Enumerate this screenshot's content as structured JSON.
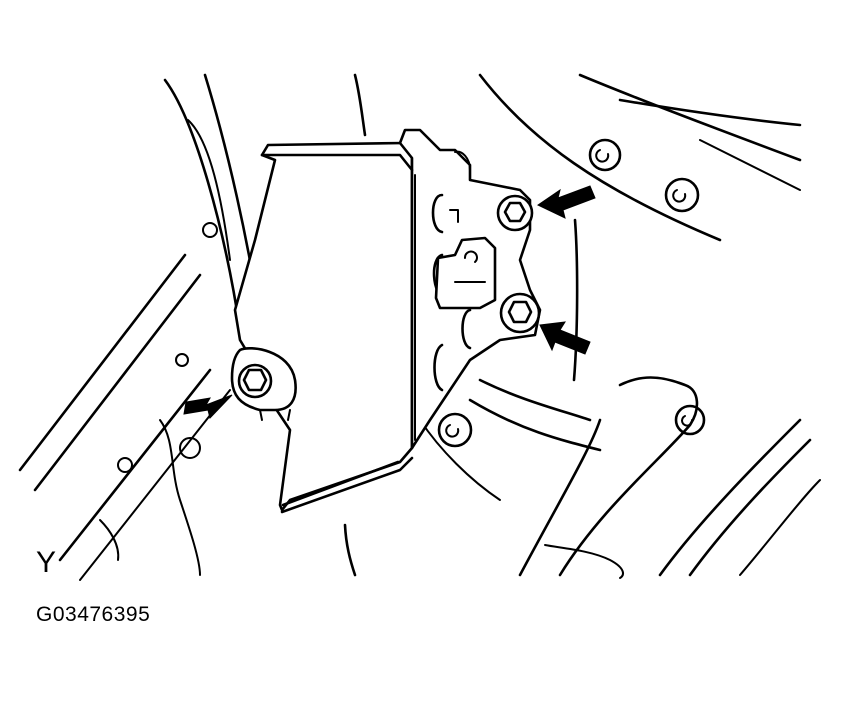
{
  "view_label": "Y",
  "figure_id": "G03476395",
  "arrows": [
    {
      "name": "arrow-upper-right-bolt"
    },
    {
      "name": "arrow-lower-right-bolt"
    },
    {
      "name": "arrow-left-bolt"
    }
  ],
  "colors": {
    "line": "#000000",
    "background": "#ffffff"
  }
}
